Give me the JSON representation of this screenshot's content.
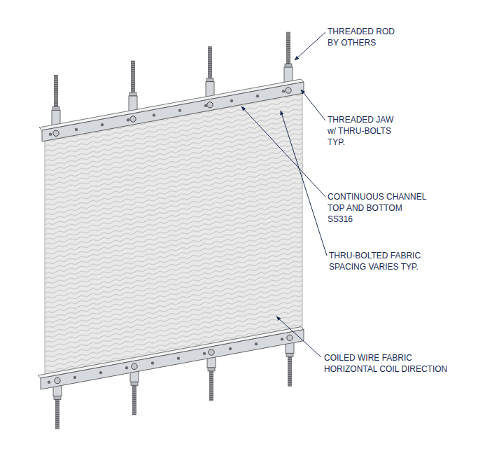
{
  "diagram": {
    "labels": [
      "THREADED ROD BY OTHERS",
      "THREADED JAW w/ THRU-BOLTS TYP.",
      "CONTINUOUS CHANNEL TOP AND BOTTOM SS316",
      "THRU-BOLTED FABRIC SPACING VARIES TYP.",
      "COILED WIRE FABRIC HORIZONTAL COIL DIRECTION"
    ]
  }
}
